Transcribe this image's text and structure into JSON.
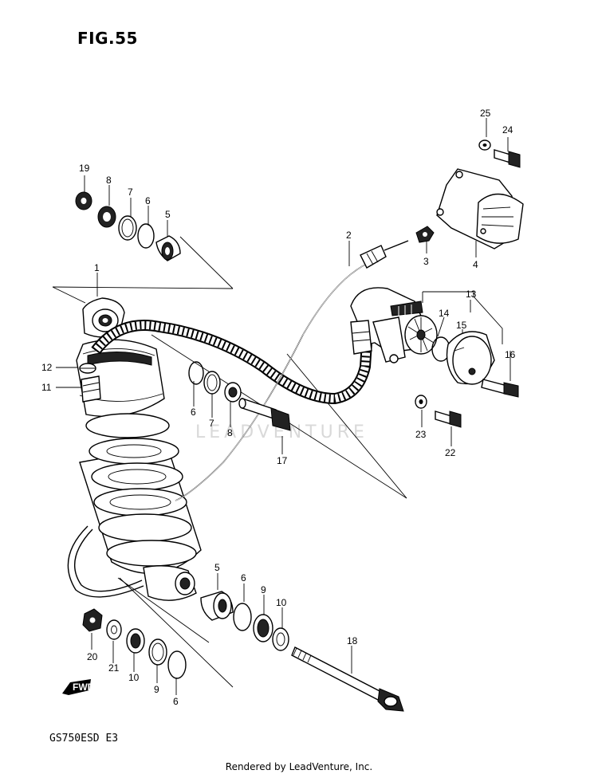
{
  "header": {
    "figure_label": "FIG.55"
  },
  "footer": {
    "model_code": "GS750ESD E3",
    "rendered_by": "Rendered by LeadVenture, Inc."
  },
  "watermark": {
    "text": "LEADVENTURE"
  },
  "callouts": [
    {
      "key": "c1",
      "label": "1"
    },
    {
      "key": "c2",
      "label": "2"
    },
    {
      "key": "c3",
      "label": "3"
    },
    {
      "key": "c4",
      "label": "4"
    },
    {
      "key": "c5a",
      "label": "5"
    },
    {
      "key": "c5b",
      "label": "5"
    },
    {
      "key": "c6a",
      "label": "6"
    },
    {
      "key": "c6b",
      "label": "6"
    },
    {
      "key": "c6c",
      "label": "6"
    },
    {
      "key": "c6d",
      "label": "6"
    },
    {
      "key": "c7a",
      "label": "7"
    },
    {
      "key": "c7b",
      "label": "7"
    },
    {
      "key": "c8a",
      "label": "8"
    },
    {
      "key": "c8b",
      "label": "8"
    },
    {
      "key": "c9a",
      "label": "9"
    },
    {
      "key": "c9b",
      "label": "9"
    },
    {
      "key": "c10a",
      "label": "10"
    },
    {
      "key": "c10b",
      "label": "10"
    },
    {
      "key": "c11",
      "label": "11"
    },
    {
      "key": "c12",
      "label": "12"
    },
    {
      "key": "c13",
      "label": "13"
    },
    {
      "key": "c14",
      "label": "14"
    },
    {
      "key": "c15",
      "label": "15"
    },
    {
      "key": "c16",
      "label": "16"
    },
    {
      "key": "c17",
      "label": "17"
    },
    {
      "key": "c18",
      "label": "18"
    },
    {
      "key": "c19",
      "label": "19"
    },
    {
      "key": "c20",
      "label": "20"
    },
    {
      "key": "c21",
      "label": "21"
    },
    {
      "key": "c22",
      "label": "22"
    },
    {
      "key": "c23",
      "label": "23"
    },
    {
      "key": "c24",
      "label": "24"
    },
    {
      "key": "c25",
      "label": "25"
    }
  ],
  "fwd_badge": {
    "label": "FWD"
  }
}
